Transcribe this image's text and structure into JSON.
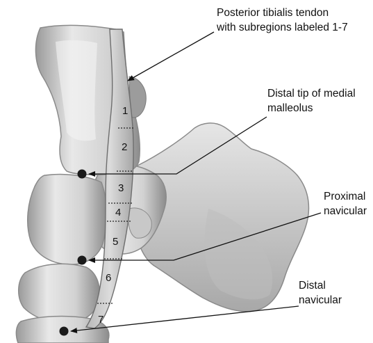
{
  "callouts": {
    "tendon": {
      "line1": "Posterior tibialis tendon",
      "line2": "with subregions labeled 1-7"
    },
    "medial_malleolus": {
      "line1": "Distal tip of medial",
      "line2": "malleolus"
    },
    "proximal_navicular": {
      "line1": "Proximal",
      "line2": "navicular"
    },
    "distal_navicular": {
      "line1": "Distal",
      "line2": "navicular"
    }
  },
  "subregions": [
    "1",
    "2",
    "3",
    "4",
    "5",
    "6",
    "7"
  ]
}
